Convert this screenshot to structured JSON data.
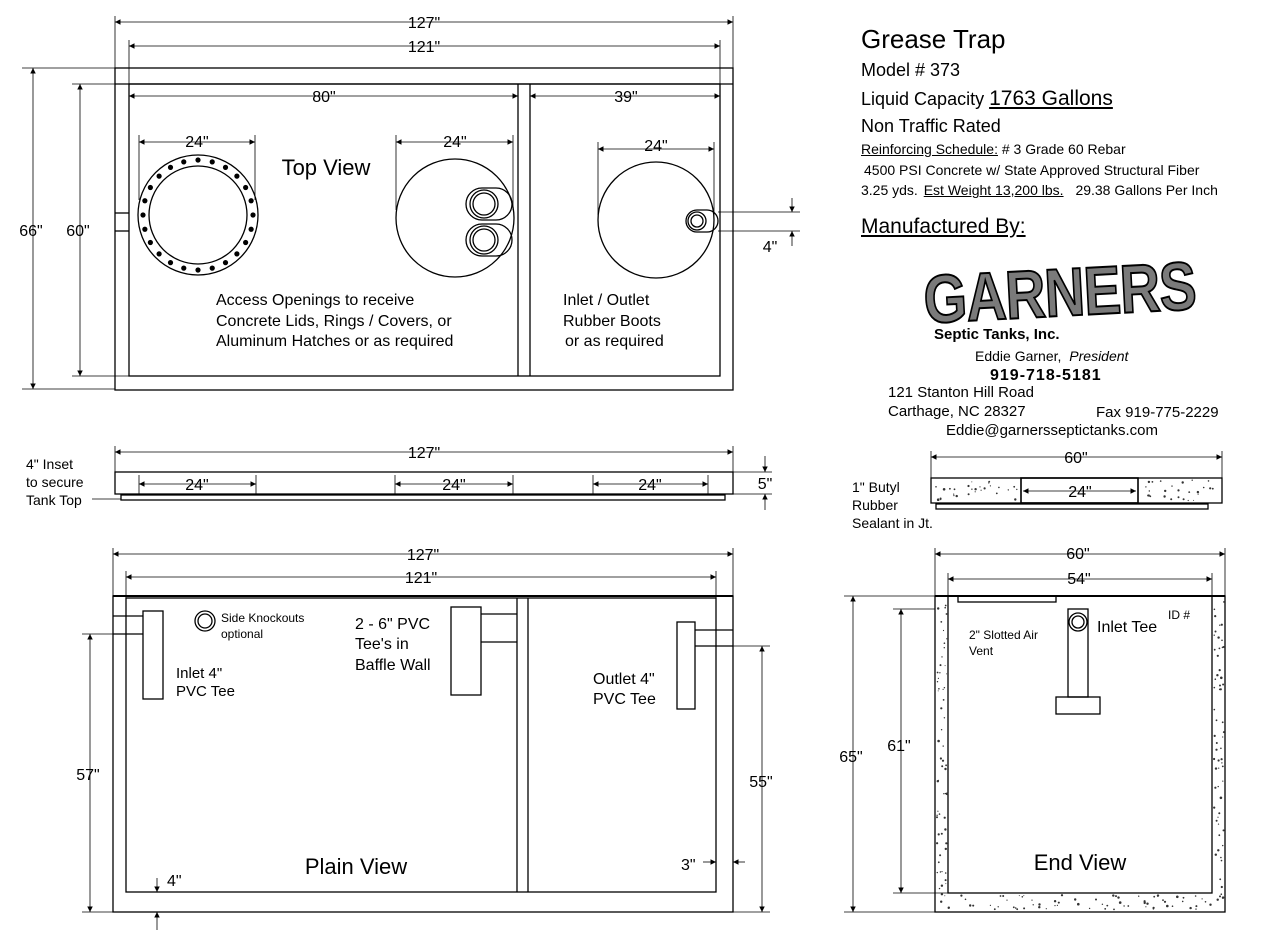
{
  "title": "Grease Trap",
  "model": "Model # 373",
  "capacity_label": "Liquid Capacity",
  "capacity_value": "1763 Gallons",
  "traffic": "Non Traffic Rated",
  "reinforcing_label": "Reinforcing Schedule:",
  "reinforcing_value": "# 3 Grade 60 Rebar",
  "concrete": "4500 PSI Concrete w/ State Approved Structural Fiber",
  "yards": "3.25 yds.",
  "weight": "Est Weight 13,200 lbs.",
  "per_inch": "29.38 Gallons Per Inch",
  "manufactured_by": "Manufactured By:",
  "logo": {
    "word": "GARNERS",
    "subtitle": "Septic Tanks, Inc.",
    "person": "Eddie Garner,",
    "person_title": "President",
    "phone": "919-718-5181",
    "address1": "121 Stanton Hill Road",
    "address2": "Carthage, NC 28327",
    "fax": "Fax 919-775-2229",
    "email": "Eddie@garnersseptictanks.com"
  },
  "top_view": {
    "title": "Top View",
    "dim_total_width": "127\"",
    "dim_inner_width": "121\"",
    "dim_left": "80\"",
    "dim_right": "39\"",
    "dim_outer_height": "66\"",
    "dim_inner_height": "60\"",
    "dim_opening_1": "24\"",
    "dim_opening_2": "24\"",
    "dim_opening_3": "24\"",
    "dim_outlet_offset": "4\"",
    "access_note_1": "Access Openings to receive",
    "access_note_2": "Concrete Lids, Rings / Covers, or",
    "access_note_3": "Aluminum Hatches or as required",
    "boot_note_1": "Inlet / Outlet",
    "boot_note_2": "Rubber Boots",
    "boot_note_3": "or as required"
  },
  "lid_section": {
    "inset_1": "4\" Inset",
    "inset_2": "to secure",
    "inset_3": "Tank Top",
    "dim_width": "127\"",
    "dim_open_1": "24\"",
    "dim_open_2": "24\"",
    "dim_open_3": "24\"",
    "dim_thickness": "5\""
  },
  "end_lid": {
    "dim_width": "60\"",
    "dim_open": "24\"",
    "sealant_1": "1\" Butyl",
    "sealant_2": "Rubber",
    "sealant_3": "Sealant in Jt."
  },
  "plain_view": {
    "title": "Plain View",
    "dim_total_width": "127\"",
    "dim_inner_width": "121\"",
    "dim_inlet_height": "57\"",
    "dim_outlet_height": "55\"",
    "dim_floor": "4\"",
    "dim_wall": "3\"",
    "knockout_1": "Side Knockouts",
    "knockout_2": "optional",
    "inlet_1": "Inlet 4\"",
    "inlet_2": "PVC Tee",
    "baffle_1": "2 - 6\" PVC",
    "baffle_2": "Tee's in",
    "baffle_3": "Baffle Wall",
    "outlet_1": "Outlet 4\"",
    "outlet_2": "PVC Tee"
  },
  "end_view": {
    "title": "End View",
    "dim_width": "60\"",
    "dim_inner_width": "54\"",
    "dim_height": "65\"",
    "dim_inner_height": "61\"",
    "vent_1": "2\" Slotted Air",
    "vent_2": "Vent",
    "inlet_tee": "Inlet Tee",
    "id_tag": "ID #"
  }
}
